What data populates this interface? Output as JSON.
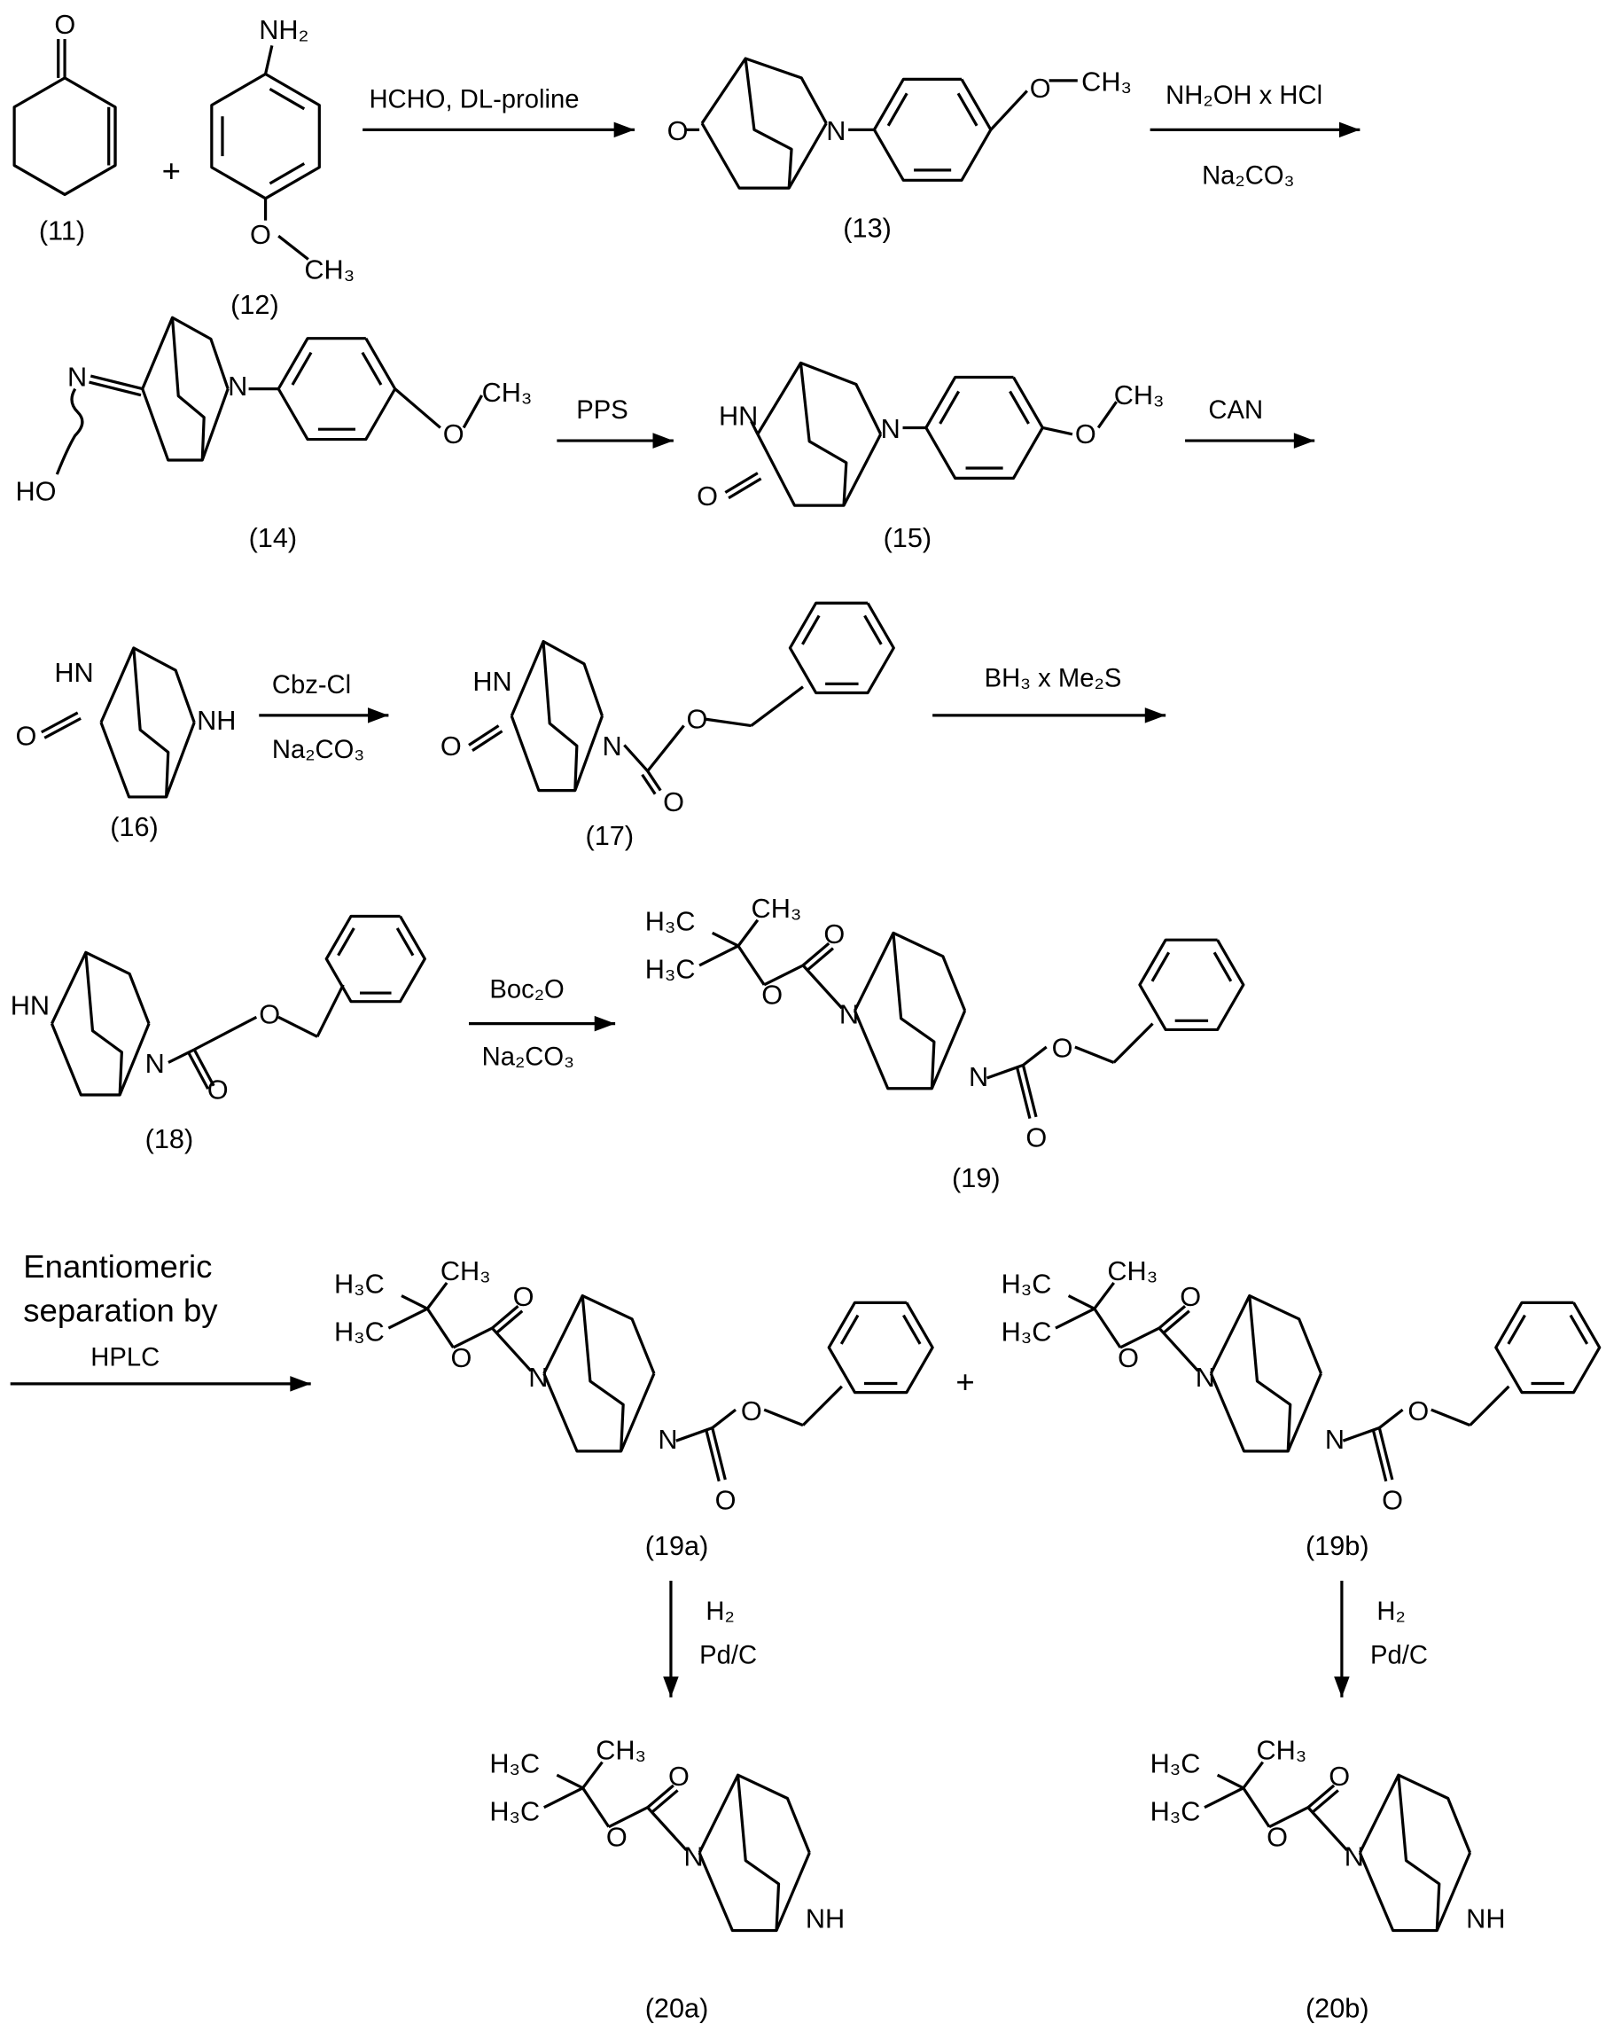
{
  "reagents": {
    "step1": "HCHO, DL-proline",
    "step2_top": "NH₂OH x HCl",
    "step2_bottom": "Na₂CO₃",
    "step3": "PPS",
    "step4": "CAN",
    "step5_top": "Cbz-Cl",
    "step5_bottom": "Na₂CO₃",
    "step6": "BH₃ x Me₂S",
    "step7_top": "Boc₂O",
    "step7_bottom": "Na₂CO₃",
    "separation_line1": "Enantiomeric",
    "separation_line2": "separation by",
    "separation_line3": "HPLC",
    "h2": "H₂",
    "pdc": "Pd/C",
    "plus": "+"
  },
  "compounds": {
    "c11": {
      "label": "(11)",
      "atoms": [
        "O"
      ]
    },
    "c12": {
      "label": "(12)",
      "atoms": [
        "NH₂",
        "O",
        "CH₃"
      ]
    },
    "c13": {
      "label": "(13)",
      "atoms": [
        "O",
        "N",
        "O",
        "CH₃"
      ]
    },
    "c14": {
      "label": "(14)",
      "atoms": [
        "N",
        "HO",
        "N",
        "O",
        "CH₃"
      ]
    },
    "c15": {
      "label": "(15)",
      "atoms": [
        "HN",
        "O",
        "N",
        "O",
        "CH₃"
      ]
    },
    "c16": {
      "label": "(16)",
      "atoms": [
        "HN",
        "O",
        "NH"
      ]
    },
    "c17": {
      "label": "(17)",
      "atoms": [
        "HN",
        "O",
        "N",
        "O",
        "O"
      ]
    },
    "c18": {
      "label": "(18)",
      "atoms": [
        "HN",
        "N",
        "O",
        "O"
      ]
    },
    "c19": {
      "label": "(19)",
      "atoms": [
        "H₃C",
        "CH₃",
        "H₃C",
        "O",
        "O",
        "N",
        "N",
        "O",
        "O"
      ]
    },
    "c19a": {
      "label": "(19a)",
      "atoms": [
        "H₃C",
        "CH₃",
        "H₃C",
        "O",
        "O",
        "N",
        "N",
        "O",
        "O"
      ]
    },
    "c19b": {
      "label": "(19b)",
      "atoms": [
        "H₃C",
        "CH₃",
        "H₃C",
        "O",
        "O",
        "N",
        "N",
        "O",
        "O"
      ]
    },
    "c20a": {
      "label": "(20a)",
      "atoms": [
        "H₃C",
        "CH₃",
        "H₃C",
        "O",
        "O",
        "N",
        "NH"
      ]
    },
    "c20b": {
      "label": "(20b)",
      "atoms": [
        "H₃C",
        "CH₃",
        "H₃C",
        "O",
        "O",
        "N",
        "NH"
      ]
    }
  }
}
